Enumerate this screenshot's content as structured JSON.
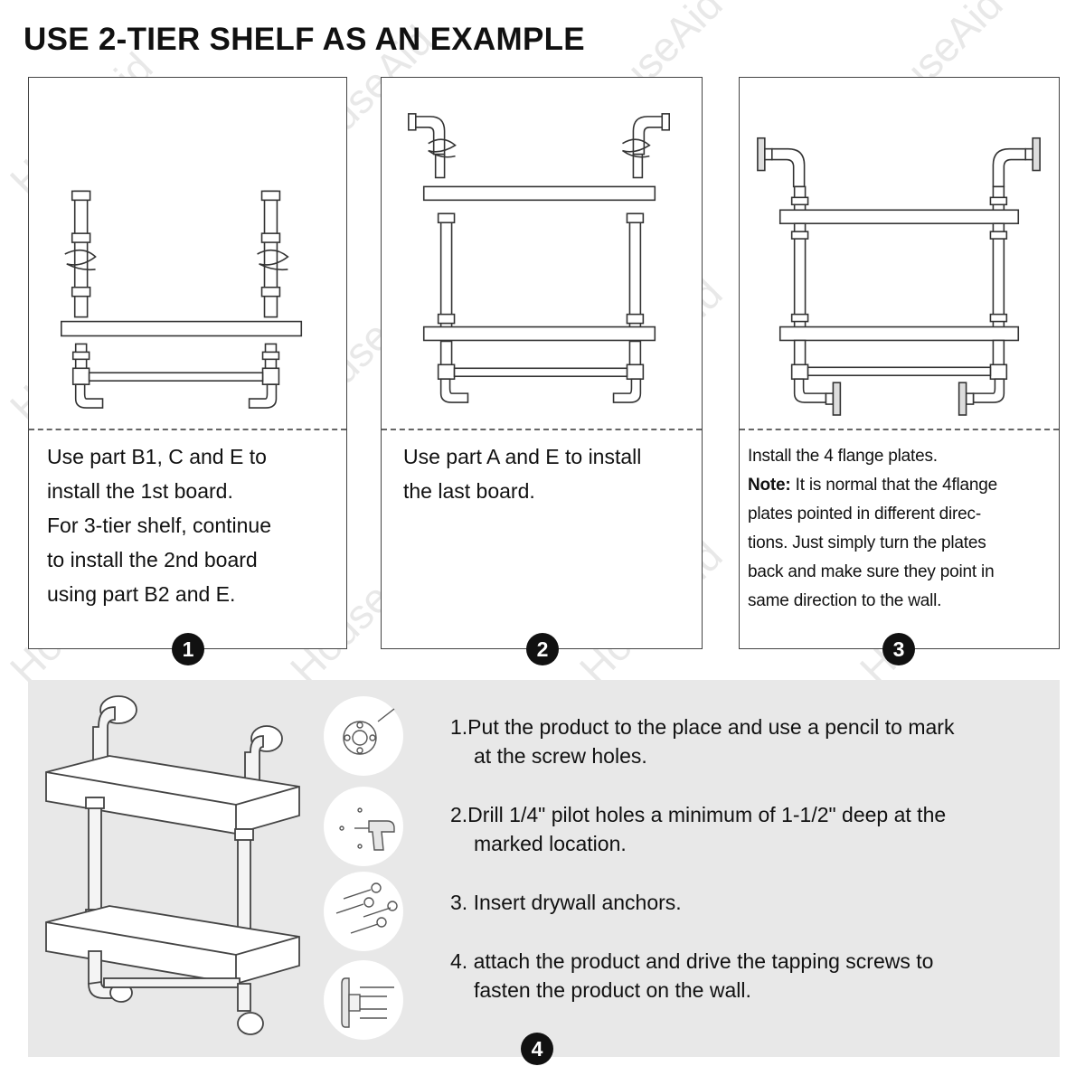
{
  "title": "USE 2-TIER SHELF AS AN EXAMPLE",
  "watermark": "HouseAid",
  "panels": [
    {
      "number": "1",
      "lines": [
        "Use part B1, C and E to",
        "install the 1st board.",
        "For 3-tier shelf, continue",
        "to install the 2nd board",
        "using part B2 and E."
      ]
    },
    {
      "number": "2",
      "lines": [
        "Use part A and E to install",
        "the last board."
      ]
    },
    {
      "number": "3",
      "line1": "Install the 4 flange plates.",
      "note_label": "Note:",
      "note_line1": " It is normal that the 4flange",
      "lines": [
        "plates pointed in different direc-",
        "tions. Just simply turn the plates",
        "back and make sure they point in",
        "same direction to the wall."
      ]
    }
  ],
  "wall_mount": {
    "number": "4",
    "steps": [
      {
        "line1": "1.Put the product to the place and use a pencil to mark",
        "line2": "at the screw holes.",
        "icon": "flange-marking-icon"
      },
      {
        "line1": "2.Drill 1/4\" pilot holes a minimum of 1-1/2\" deep at the",
        "line2": "marked location.",
        "icon": "drill-icon"
      },
      {
        "line1": "3. Insert drywall anchors.",
        "line2": "",
        "icon": "drywall-anchor-icon"
      },
      {
        "line1": "4. attach the product and drive the tapping screws to",
        "line2": "fasten the product on the wall.",
        "icon": "screw-flange-icon"
      }
    ]
  },
  "colors": {
    "badge": "#111111",
    "bottom_bg": "#e8e8e8",
    "line": "#444444"
  }
}
